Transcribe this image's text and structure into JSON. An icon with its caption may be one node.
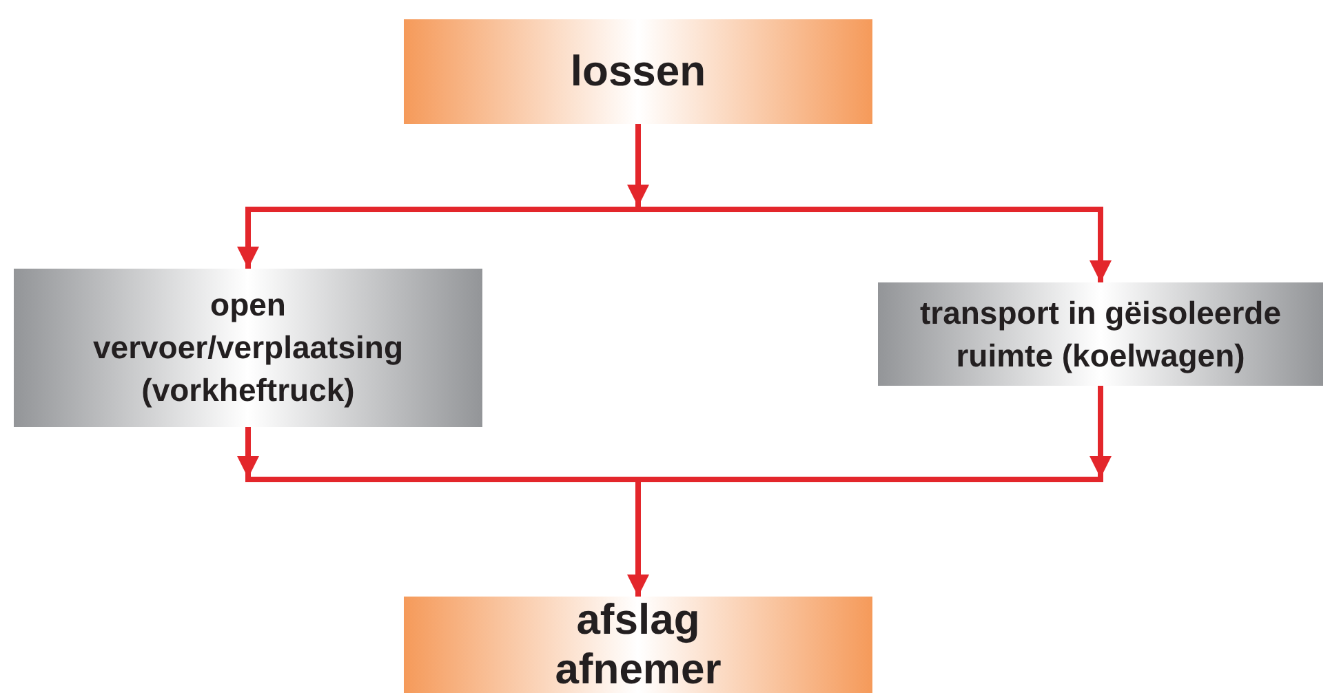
{
  "diagram": {
    "nodes": [
      {
        "text": [
          "lossen"
        ]
      },
      {
        "text": [
          "open vervoer/verplaatsing (vorkheftruck)"
        ]
      },
      {
        "text": [
          "transport in gëisoleerde ruimte (koelwagen)"
        ]
      },
      {
        "text": [
          "afslag afnemer"
        ]
      }
    ],
    "edges": [
      {
        "from": 0,
        "to": 1,
        "arrow": "to"
      },
      {
        "from": 0,
        "to": 2,
        "arrow": "to"
      },
      {
        "from": 1,
        "to": 3,
        "arrow": "to"
      },
      {
        "from": 2,
        "to": 3,
        "arrow": "to"
      }
    ]
  }
}
